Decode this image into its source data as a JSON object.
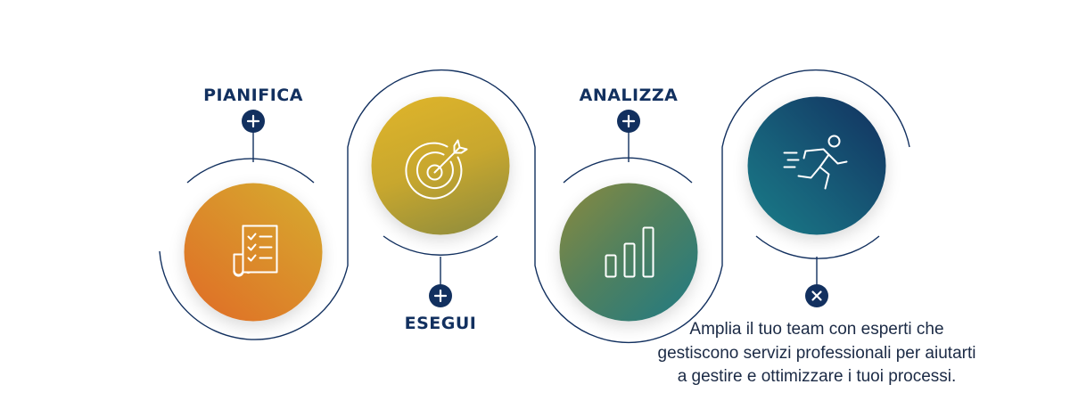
{
  "steps": [
    {
      "label": "PIANIFICA",
      "icon": "checklist-icon",
      "button": "plus",
      "colors": [
        "#e06b26",
        "#d6ad2f"
      ]
    },
    {
      "label": "ESEGUI",
      "icon": "target-icon",
      "button": "plus",
      "colors": [
        "#e0b52a",
        "#8a8a3e"
      ]
    },
    {
      "label": "ANALIZZA",
      "icon": "bar-chart-icon",
      "button": "plus",
      "colors": [
        "#7a8a40",
        "#1f7a84"
      ]
    },
    {
      "label": "",
      "icon": "running-person-icon",
      "button": "close",
      "colors": [
        "#1a7d88",
        "#12305f"
      ]
    }
  ],
  "description": "Amplia il tuo team con esperti che gestiscono servizi professionali per aiutarti a gestire e ottimizzare i tuoi processi.",
  "colors": {
    "line": "#12305f",
    "text": "#12305f",
    "button_bg": "#12305f"
  }
}
